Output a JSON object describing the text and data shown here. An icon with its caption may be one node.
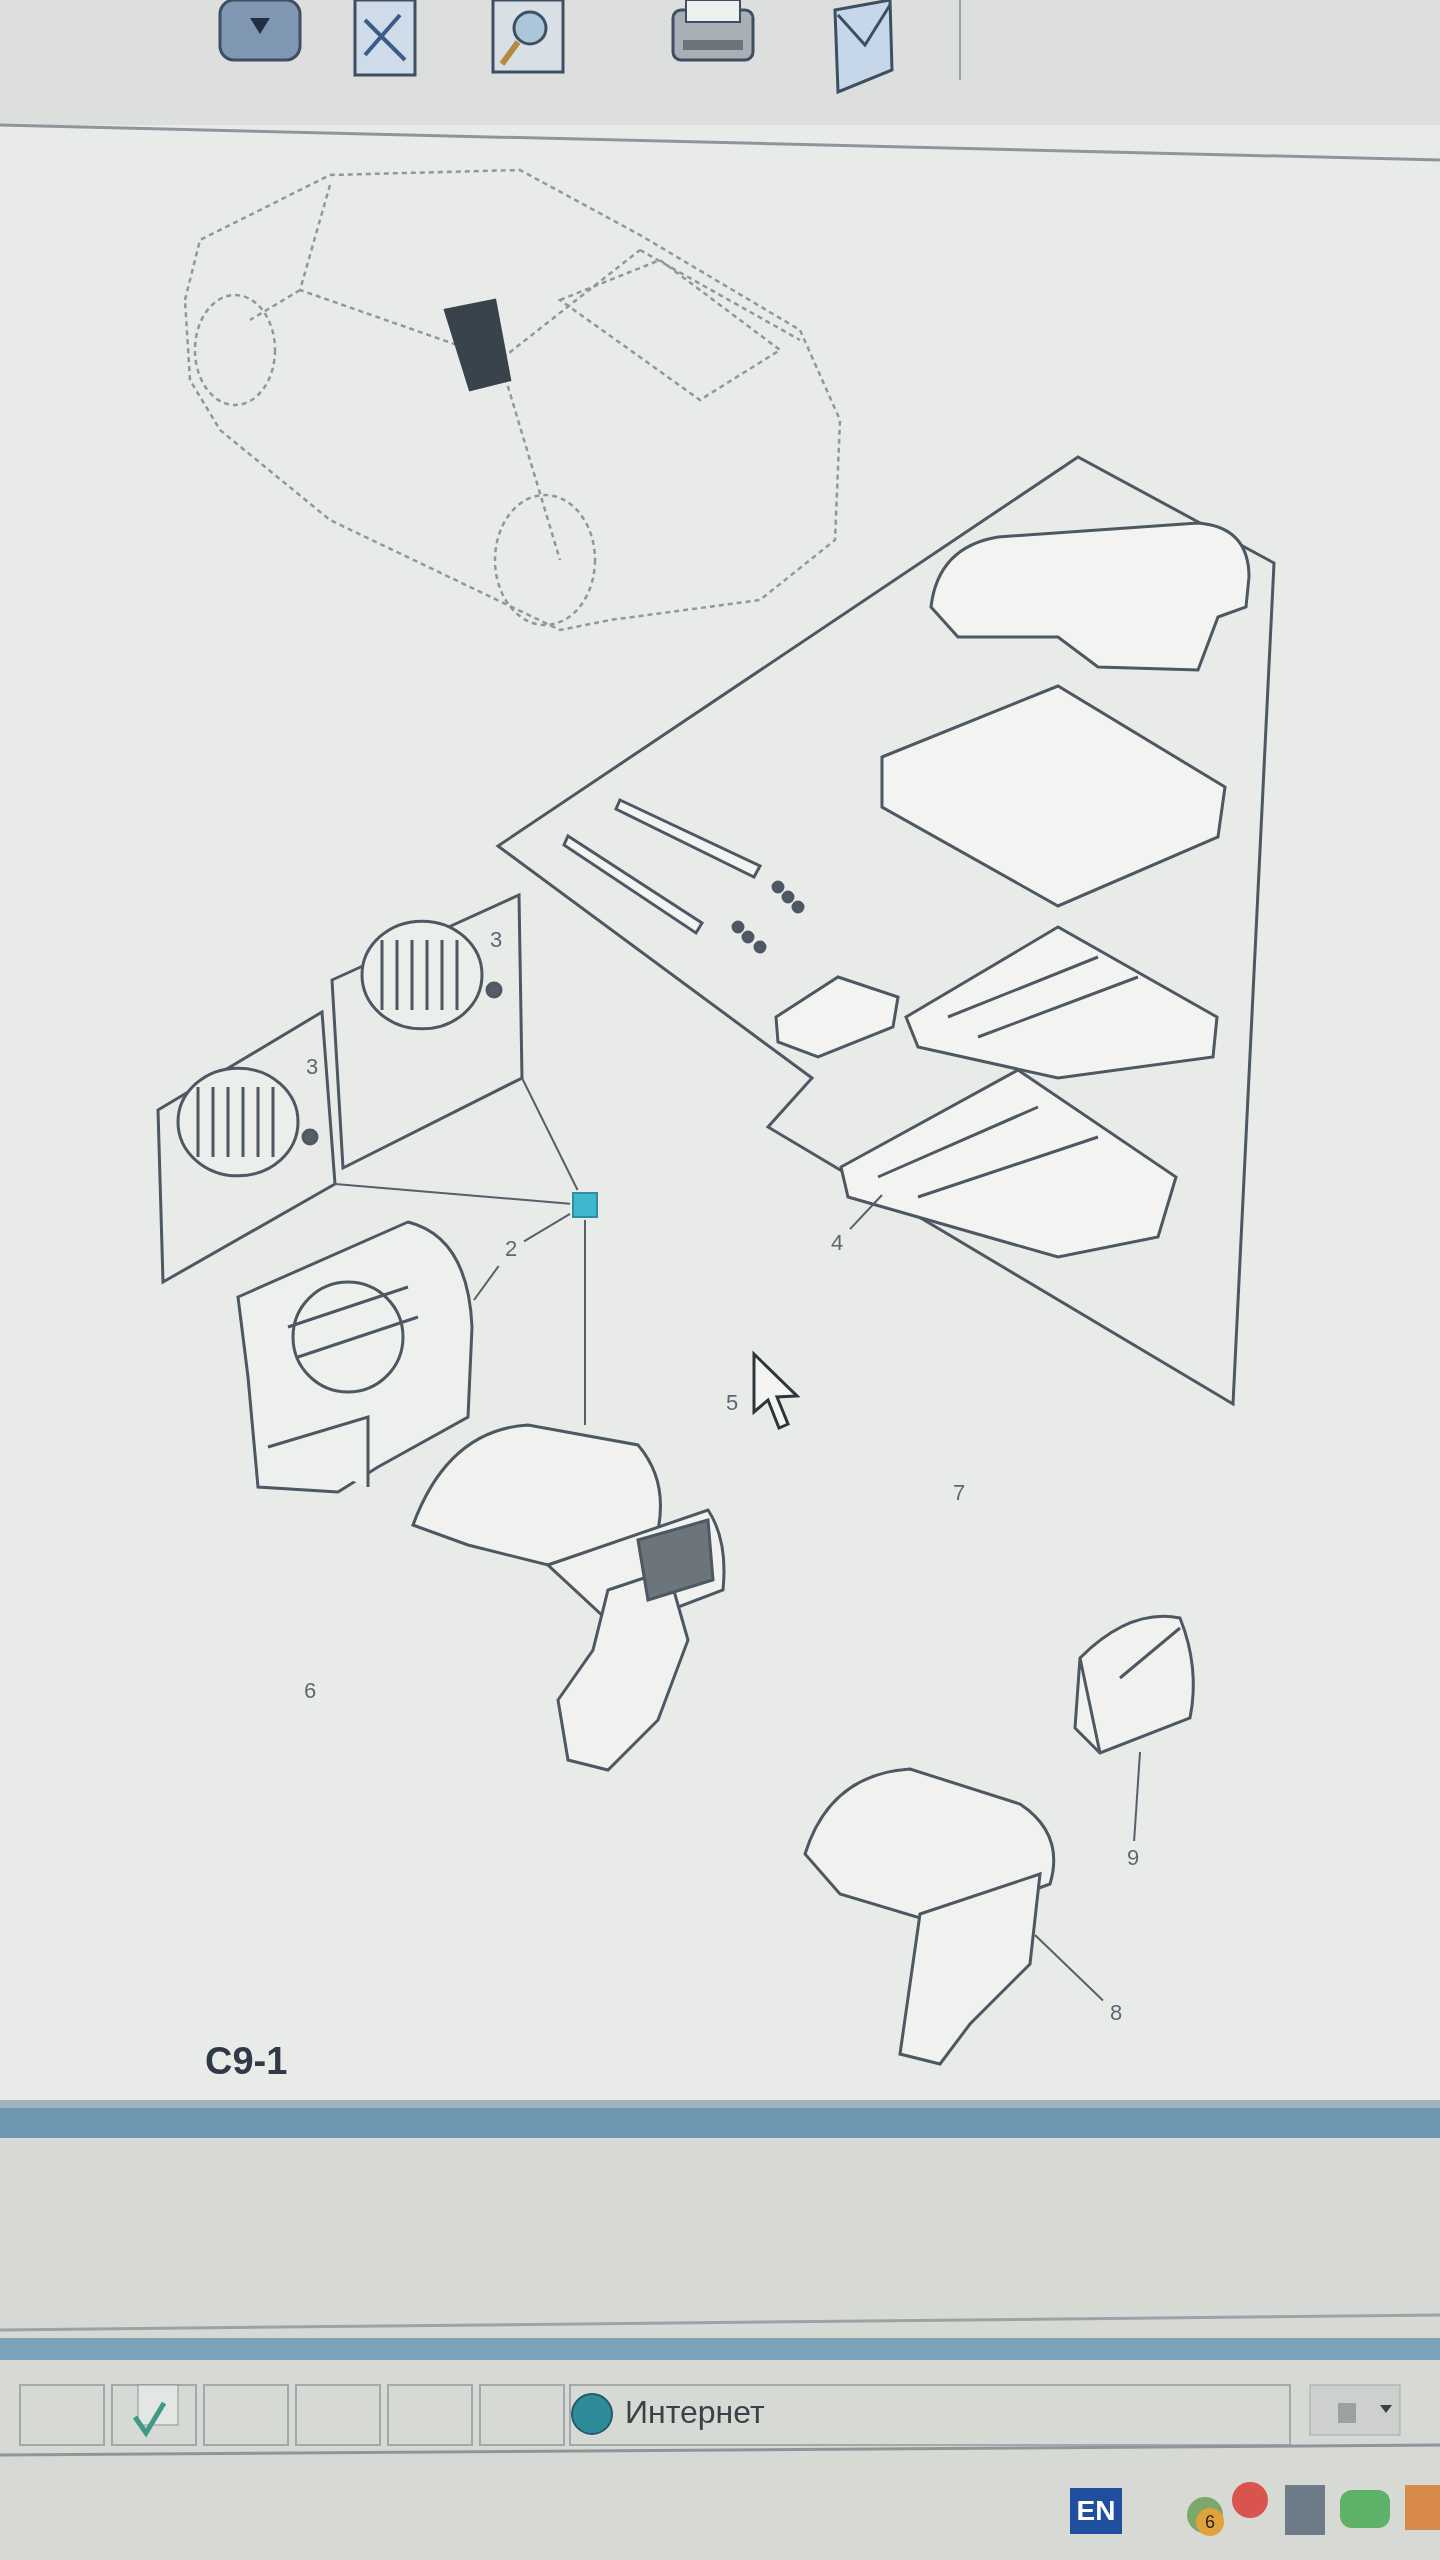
{
  "diagram": {
    "nodes": [
      {
        "text": [],
        "shape": "box"
      },
      {
        "text": [
          "3"
        ]
      },
      {
        "text": [
          "3"
        ]
      },
      {
        "text": [],
        "shape": "box"
      },
      {
        "text": [
          "2"
        ]
      },
      {
        "text": [],
        "shape": "picture"
      },
      {
        "text": [
          "4"
        ]
      },
      {
        "text": [],
        "shape": "picture"
      },
      {
        "text": [],
        "shape": "picture"
      },
      {
        "text": [
          "9"
        ]
      },
      {
        "text": [],
        "shape": "picture"
      },
      {
        "text": [
          "8"
        ]
      }
    ],
    "edges": [
      {
        "from": 4,
        "to": 5,
        "arrow": "none"
      },
      {
        "from": 4,
        "to": 3,
        "arrow": "none"
      },
      {
        "from": 3,
        "to": 1,
        "arrow": "none"
      },
      {
        "from": 3,
        "to": 2,
        "arrow": "none"
      },
      {
        "from": 3,
        "to": 7,
        "arrow": "none"
      },
      {
        "from": 6,
        "to": 0,
        "arrow": "none"
      },
      {
        "from": 9,
        "to": 8,
        "arrow": "none"
      },
      {
        "from": 11,
        "to": 10,
        "arrow": "none"
      }
    ],
    "labels": [
      "5",
      "6",
      "7",
      "C9-1",
      "Интернет",
      "EN",
      "6"
    ]
  }
}
